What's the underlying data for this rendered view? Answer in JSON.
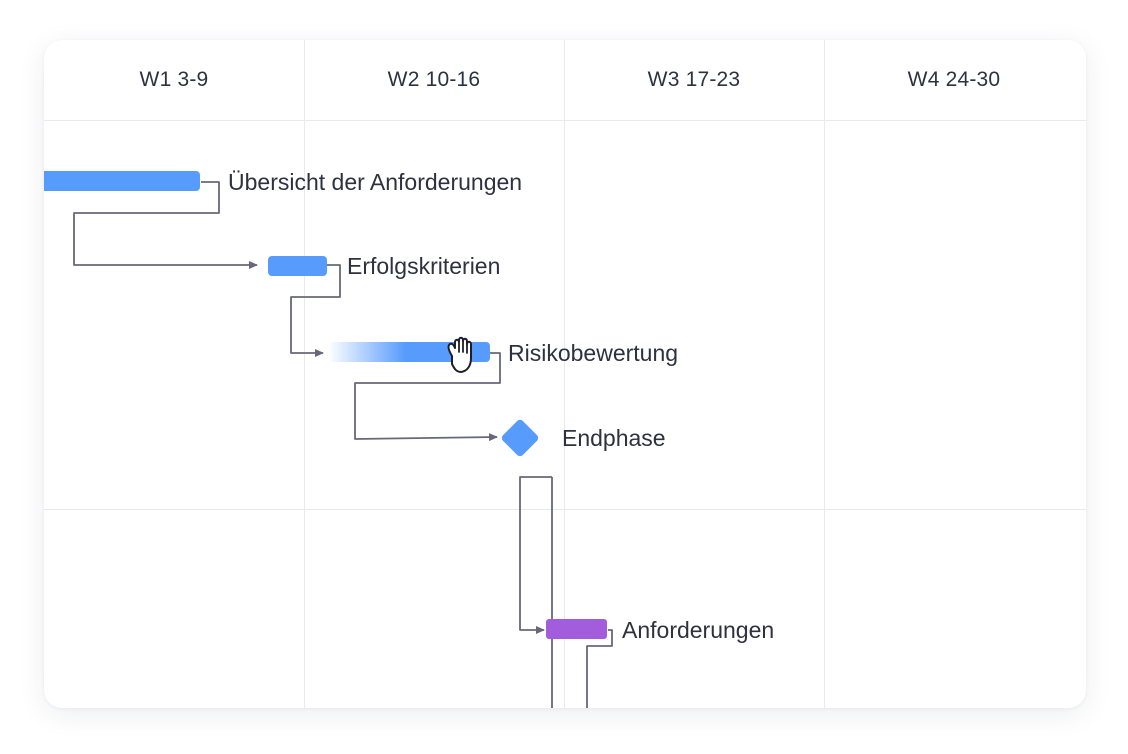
{
  "header": {
    "weeks": [
      {
        "label": "W1 3-9"
      },
      {
        "label": "W2 10-16"
      },
      {
        "label": "W3 17-23"
      },
      {
        "label": "W4 24-30"
      }
    ]
  },
  "tasks": [
    {
      "name": "Übersicht der Anforderungen",
      "type": "bar",
      "color": "#579bfc"
    },
    {
      "name": "Erfolgskriterien",
      "type": "bar",
      "color": "#579bfc"
    },
    {
      "name": "Risikobewertung",
      "type": "bar",
      "color": "#579bfc",
      "state": "being-dragged"
    },
    {
      "name": "Endphase",
      "type": "milestone",
      "color": "#579bfc"
    },
    {
      "name": "Anforderungen",
      "type": "bar",
      "color": "#a25ddc"
    }
  ],
  "colors": {
    "task_blue": "#579bfc",
    "task_purple": "#a25ddc",
    "connector": "#676879",
    "grid": "#e9eaee"
  },
  "cursor": {
    "icon": "grab-hand-icon"
  }
}
